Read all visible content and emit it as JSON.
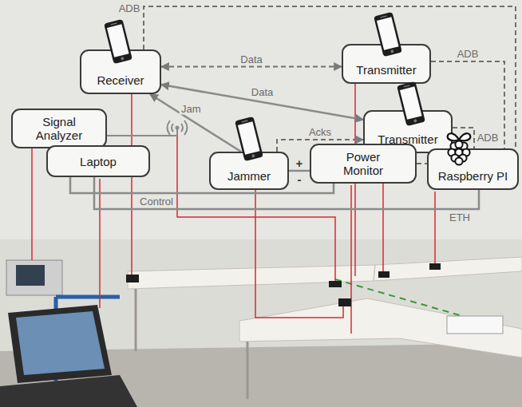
{
  "diagram": {
    "nodes": [
      {
        "text": [
          "Receiver"
        ]
      },
      {
        "text": [
          "Transmitter"
        ]
      },
      {
        "text": [
          "Signal Analyzer"
        ]
      },
      {
        "text": [
          "Transmitter"
        ]
      },
      {
        "text": [
          "Laptop"
        ]
      },
      {
        "text": [
          "Jammer"
        ]
      },
      {
        "text": [
          "Power Monitor"
        ]
      },
      {
        "text": [
          "Raspberry PI"
        ]
      }
    ],
    "edges": [
      {
        "from": 0,
        "to": 1,
        "label": "Data",
        "arrow": "both"
      },
      {
        "from": 0,
        "to": 3,
        "label": "Data",
        "arrow": "both"
      },
      {
        "from": 5,
        "to": 0,
        "label": "Jam",
        "arrow": "to"
      },
      {
        "from": 5,
        "to": 3,
        "label": "Acks",
        "arrow": "to"
      },
      {
        "from": 5,
        "to": 6,
        "arrow": "none"
      },
      {
        "from": 0,
        "to": 7,
        "label": "ADB",
        "arrow": "none"
      },
      {
        "from": 1,
        "to": 7,
        "label": "ADB",
        "arrow": "none"
      },
      {
        "from": 3,
        "to": 7,
        "label": "ADB",
        "arrow": "none"
      },
      {
        "from": 6,
        "to": 7,
        "arrow": "none"
      },
      {
        "from": 4,
        "to": 6,
        "label": "Control",
        "arrow": "none"
      },
      {
        "from": 4,
        "to": 7,
        "label": "ETH",
        "arrow": "none"
      }
    ],
    "labels": [
      "+",
      "-"
    ]
  }
}
